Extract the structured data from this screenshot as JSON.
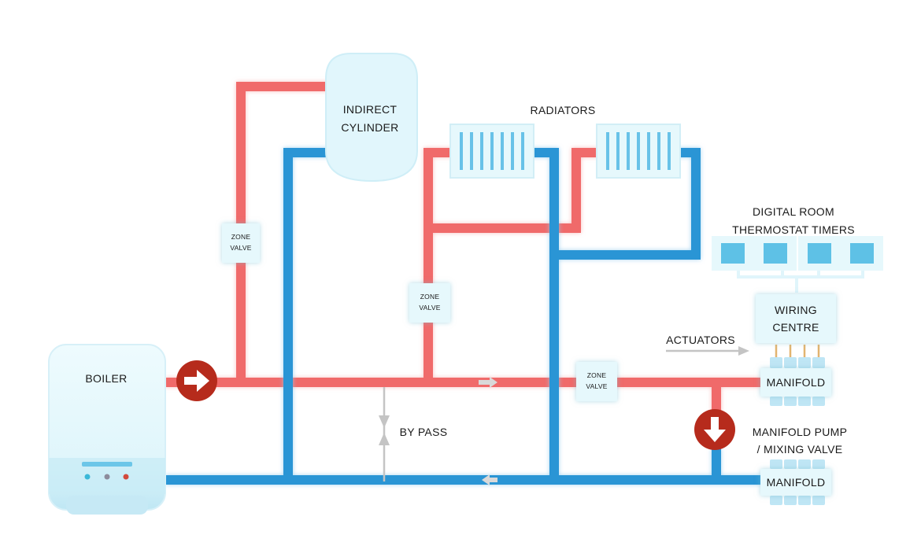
{
  "labels": {
    "indirect_cylinder": "INDIRECT\nCYLINDER",
    "radiators": "RADIATORS",
    "zone_valve": "ZONE\nVALVE",
    "digital_thermostat": "DIGITAL ROOM\nTHERMOSTAT TIMERS",
    "wiring_centre": "WIRING\nCENTRE",
    "actuators": "ACTUATORS",
    "boiler": "BOILER",
    "manifold": "MANIFOLD",
    "manifold_pump": "MANIFOLD PUMP\n/ MIXING VALVE",
    "bypass": "BY PASS"
  },
  "colors": {
    "flow_pipe": "#f06a6a",
    "return_pipe": "#2a95d5",
    "pump": "#b62b1c",
    "light_blue": "#e6f8fc",
    "thermostat_screen": "#5ec1e6"
  },
  "icons": {
    "pump_right": "arrow-right-icon",
    "pump_down": "arrow-down-icon"
  }
}
